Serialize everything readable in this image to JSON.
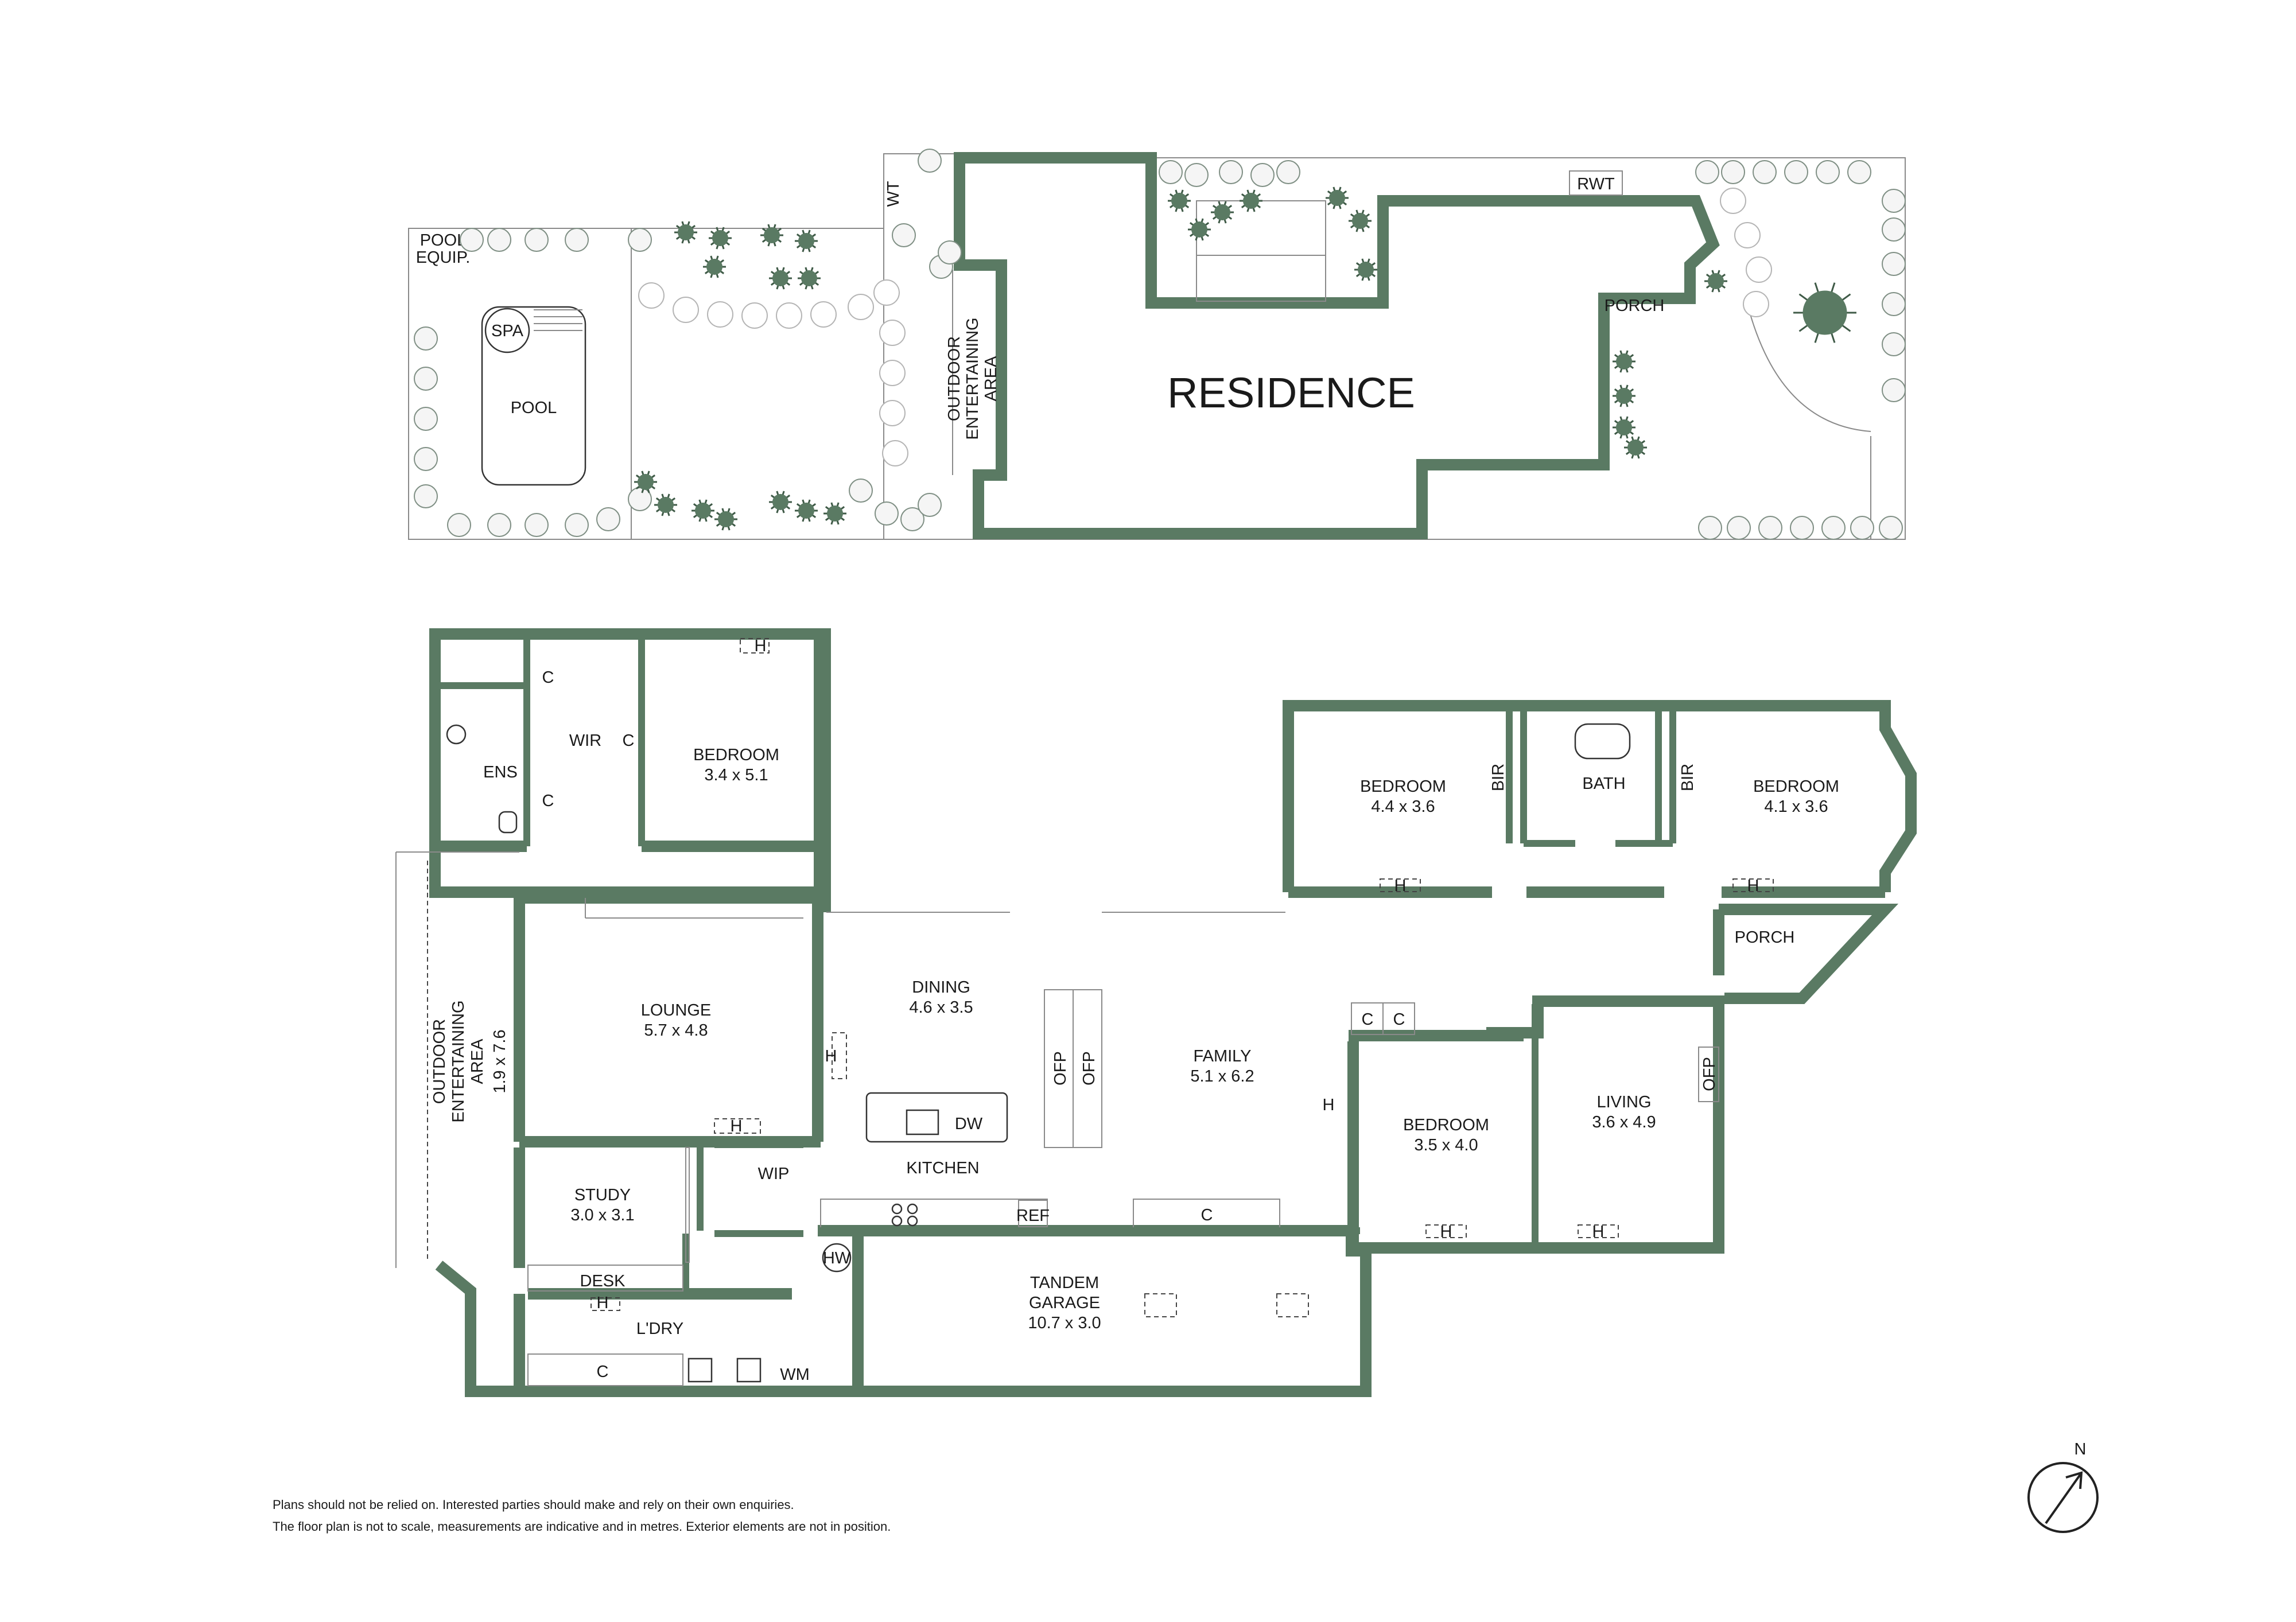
{
  "site": {
    "pool_equip": [
      "POOL",
      "EQUIP."
    ],
    "spa": "SPA",
    "pool": "POOL",
    "wt": "WT",
    "outdoor_entertaining": [
      "OUTDOOR",
      "ENTERTAINING",
      "AREA"
    ],
    "residence": "RESIDENCE",
    "rwt": "RWT",
    "porch": "PORCH"
  },
  "rooms": {
    "ens": "ENS",
    "wir": "WIR",
    "c": "C",
    "bedroom_1": {
      "name": "BEDROOM",
      "size": "3.4 x 5.1"
    },
    "bedroom_2": {
      "name": "BEDROOM",
      "size": "4.4 x 3.6"
    },
    "bir": "BIR",
    "bath": "BATH",
    "bedroom_3": {
      "name": "BEDROOM",
      "size": "4.1 x 3.6"
    },
    "porch": "PORCH",
    "outdoor": {
      "lines": [
        "OUTDOOR",
        "ENTERTAINING",
        "AREA"
      ],
      "size": "1.9 x 7.6"
    },
    "lounge": {
      "name": "LOUNGE",
      "size": "5.7 x 4.8"
    },
    "dining": {
      "name": "DINING",
      "size": "4.6 x 3.5"
    },
    "family": {
      "name": "FAMILY",
      "size": "5.1 x 6.2"
    },
    "ofp": "OFP",
    "h": "H",
    "dw": "DW",
    "kitchen": "KITCHEN",
    "wip": "WIP",
    "ref": "REF",
    "study": {
      "name": "STUDY",
      "size": "3.0 x 3.1"
    },
    "desk": "DESK",
    "hw": "HW",
    "ldry": "L'DRY",
    "wm": "WM",
    "garage": {
      "lines": [
        "TANDEM",
        "GARAGE"
      ],
      "size": "10.7 x 3.0"
    },
    "bedroom_4": {
      "name": "BEDROOM",
      "size": "3.5 x 4.0"
    },
    "living": {
      "name": "LIVING",
      "size": "3.6 x 4.9"
    }
  },
  "compass": {
    "label": "N"
  },
  "disclaimer": [
    "Plans should not be relied on. Interested parties should make and rely on their own enquiries.",
    "The floor plan is not to scale, measurements are indicative and in metres. Exterior elements are not in position."
  ],
  "colors": {
    "wall": "#5a7a63",
    "shrub_dark": "#5a7a63"
  }
}
